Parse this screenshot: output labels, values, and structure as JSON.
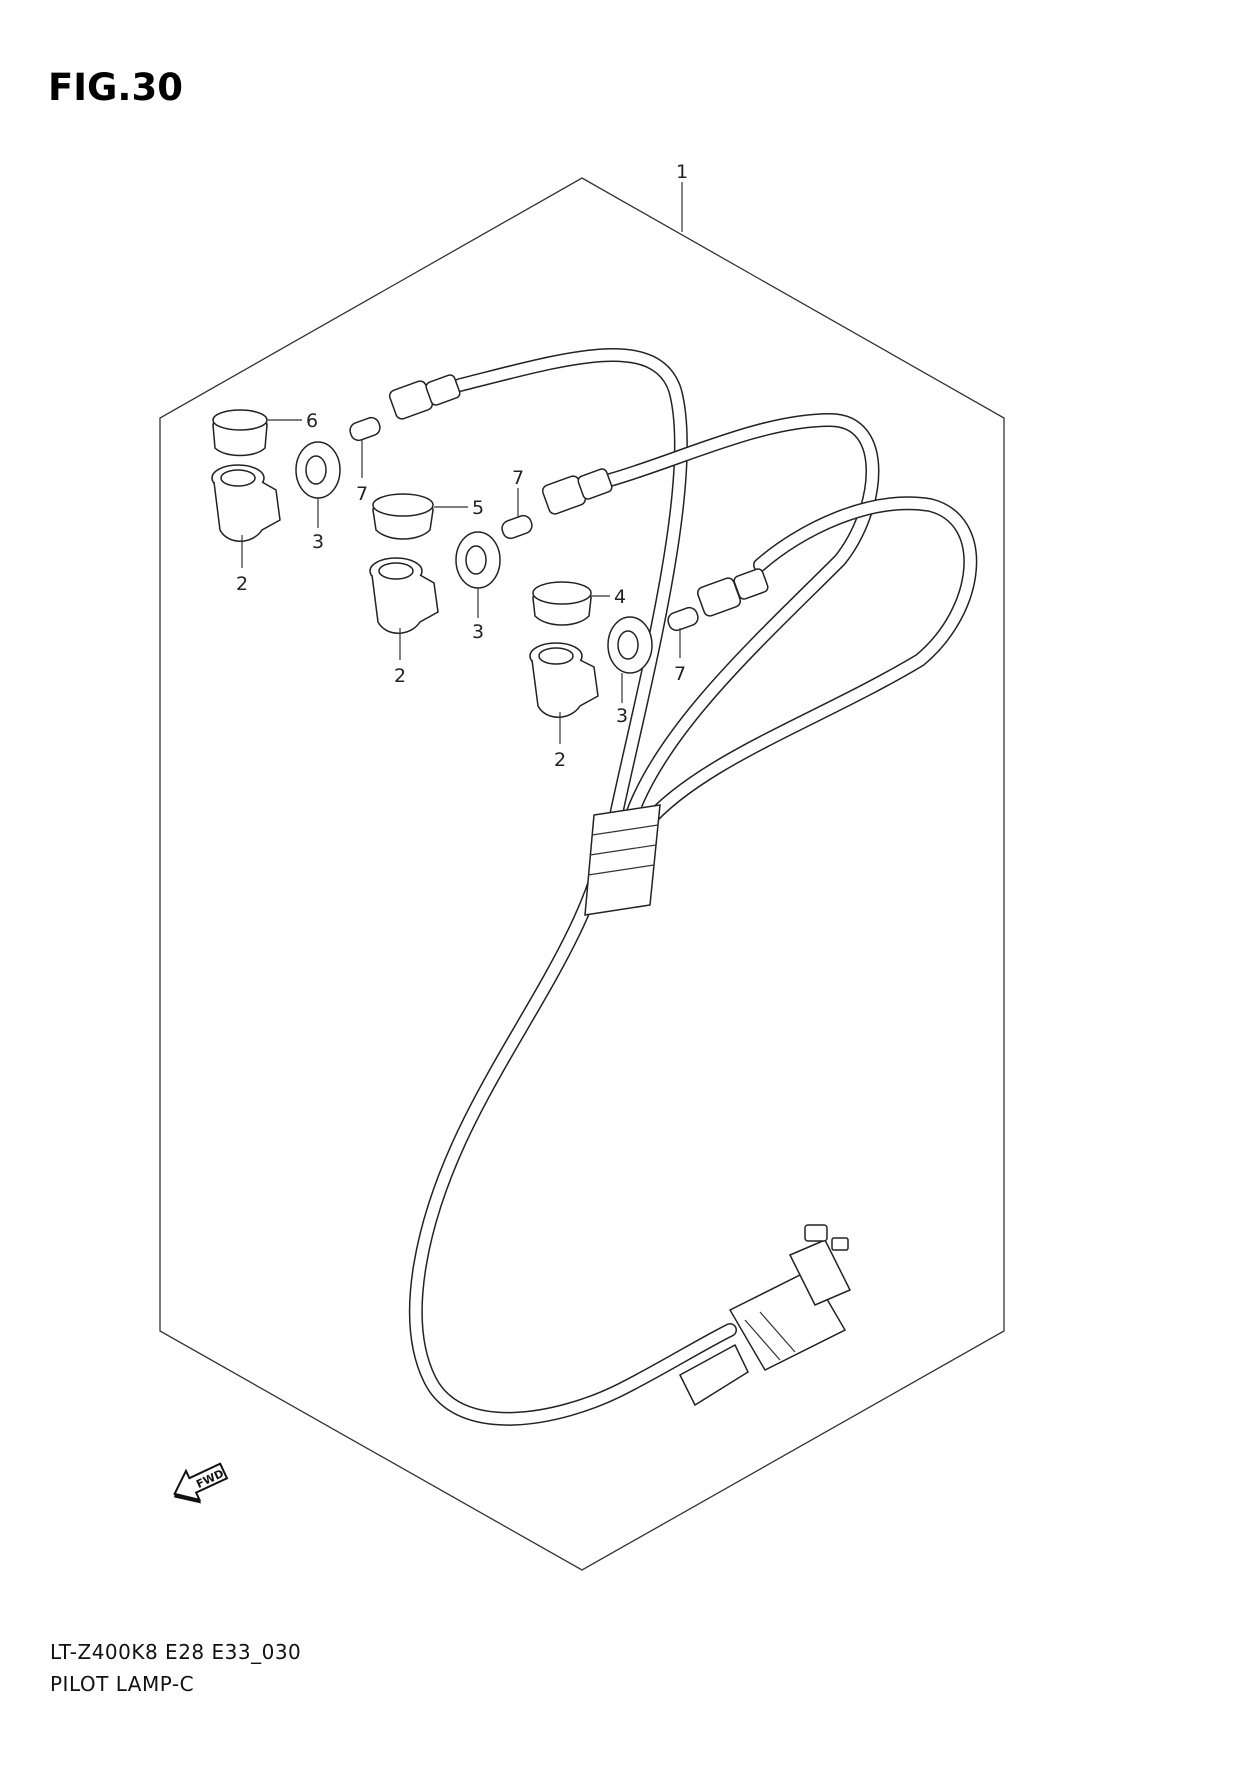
{
  "figure": {
    "title": "FIG.30",
    "model_code": "LT-Z400K8 E28 E33_030",
    "name": "PILOT LAMP-C"
  },
  "callouts": [
    "1",
    "2",
    "2",
    "2",
    "3",
    "3",
    "3",
    "4",
    "5",
    "6",
    "7",
    "7",
    "7"
  ],
  "fwd_label": "FWD"
}
